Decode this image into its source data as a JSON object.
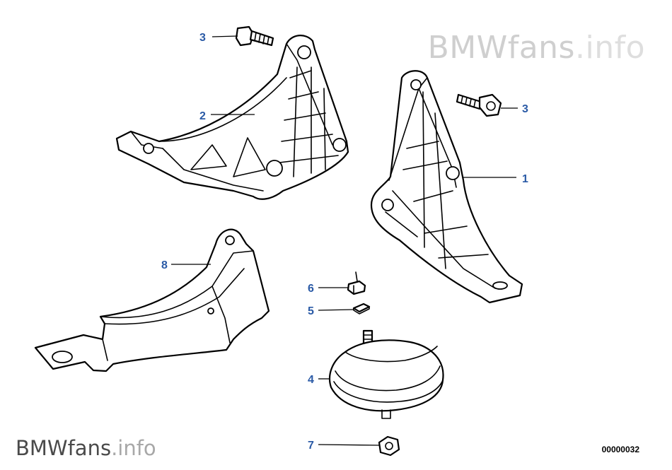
{
  "watermark": {
    "brand": "BMWfans",
    "suffix": ".info"
  },
  "diagram_code": "00000032",
  "callouts": {
    "c1": "1",
    "c2": "2",
    "c3a": "3",
    "c3b": "3",
    "c4": "4",
    "c5": "5",
    "c6": "6",
    "c7": "7",
    "c8": "8"
  },
  "colors": {
    "callout": "#2a5aa6",
    "watermark": "#d3d3d3",
    "line": "#000000"
  }
}
